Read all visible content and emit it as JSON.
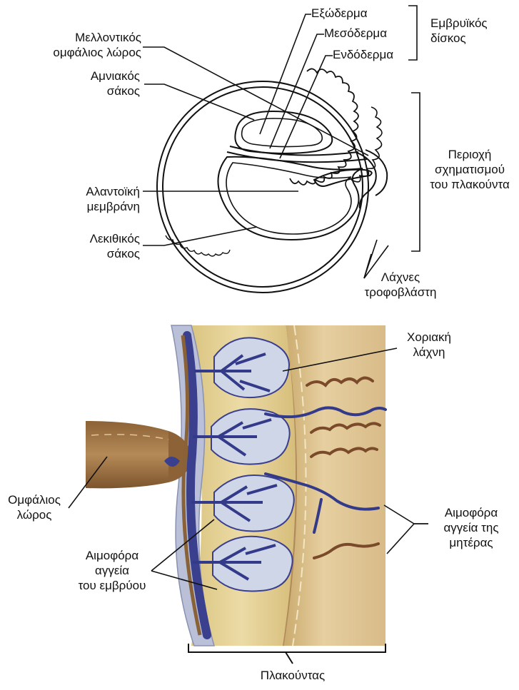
{
  "top_diagram": {
    "labels": {
      "ectoderm": "Εξώδερμα",
      "mesoderm": "Μεσόδερμα",
      "endoderm": "Ενδόδερμα",
      "embryonic_disc": [
        "Εμβρυϊκός",
        "δίσκος"
      ],
      "future_umbilical_cord": [
        "Μελλοντικός",
        "ομφάλιος λώρος"
      ],
      "amniotic_sac": [
        "Αμνιακός",
        "σάκος"
      ],
      "placenta_region": [
        "Περιοχή",
        "σχηματισμού",
        "του πλακούντα"
      ],
      "allantois": [
        "Αλαντοϊκή",
        "μεμβράνη"
      ],
      "yolk_sac": [
        "Λεκιθικός",
        "σάκος"
      ],
      "trophoblast_villi": [
        "Λάχνες",
        "τροφοβλάστη"
      ]
    }
  },
  "bottom_diagram": {
    "labels": {
      "chorionic_villus": [
        "Χοριακή",
        "λάχνη"
      ],
      "umbilical_cord": [
        "Ομφάλιος",
        "λώρος"
      ],
      "maternal_vessels": [
        "Αιμοφόρα",
        "αγγεία της",
        "μητέρας"
      ],
      "fetal_vessels": [
        "Αιμοφόρα",
        "αγγεία",
        "του εμβρύου"
      ],
      "placenta": "Πλακούντας"
    }
  },
  "colors": {
    "line": "#111111",
    "tissue": "#e9d79f",
    "tissue_dark": "#cdb26a",
    "uterine_wall": "#dcc08a",
    "cord": "#a57a4a",
    "fetal_vessel": "#343a8a",
    "maternal_vessel": "#7a4a2a",
    "villus_fill": "#ccd4e6"
  }
}
